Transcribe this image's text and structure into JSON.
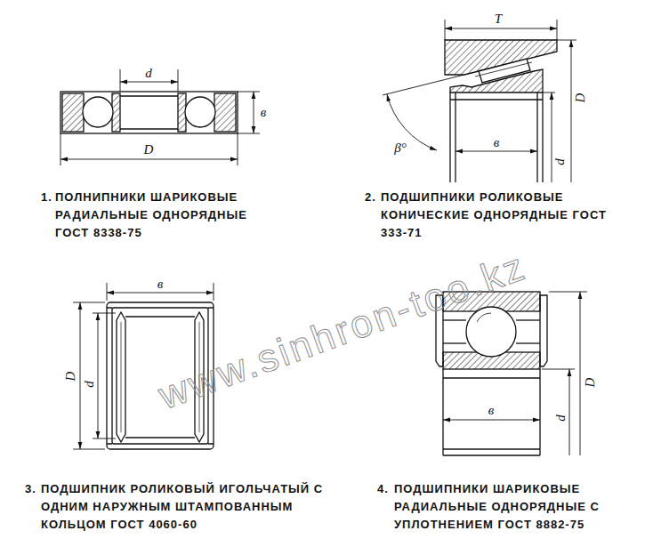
{
  "diagram": {
    "labels": [
      "d",
      "в",
      "D",
      "1.",
      "ПОЛНИПНИКИ ШАРИКОВЫЕ РАДИАЛЬНЫЕ ОДНОРЯДНЫЕ ГОСТ 8338-75",
      "T",
      "β°",
      "D",
      "d",
      "в",
      "2.",
      "ПОДШИПНИКИ РОЛИКОВЫЕ КОНИЧЕСКИЕ ОДНОРЯДНЫЕ ГОСТ 333-71",
      "в",
      "D",
      "d",
      "3.",
      "ПОДШИПНИК РОЛИКОВЫЙ ИГОЛЬЧАТЫЙ С ОДНИМ НАРУЖНЫМ ШТАМПОВАННЫМ КОЛЬЦОМ ГОСТ 4060-60",
      "D",
      "d",
      "в",
      "4.",
      "ПОДШИПНИКИ ШАРИКОВЫЕ РАДИАЛЬНЫЕ ОДНОРЯДНЫЕ С УПЛОТНЕНИЕМ ГОСТ 8882-75",
      "www.sinhron-too.kz"
    ]
  }
}
